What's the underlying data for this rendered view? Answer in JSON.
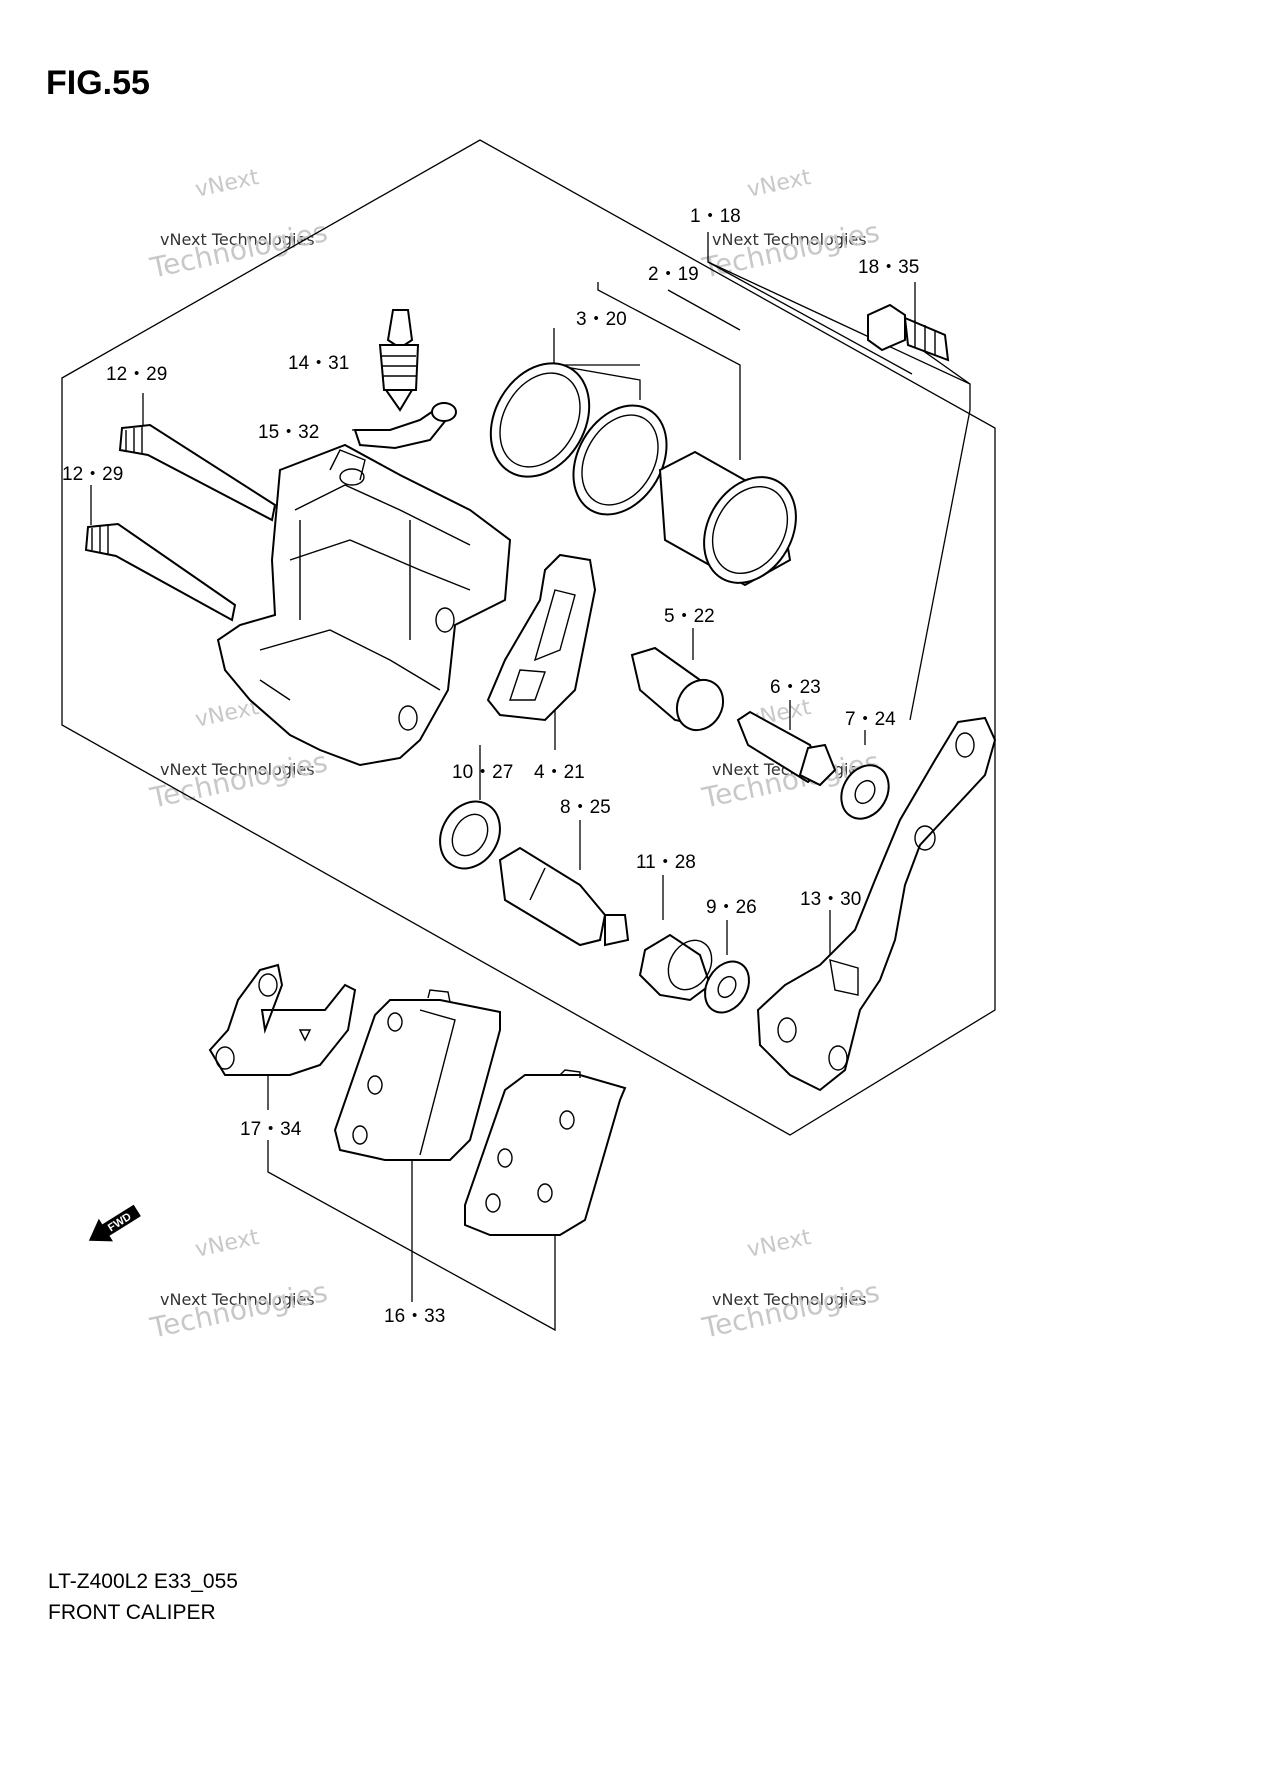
{
  "figure_title": "FIG.55",
  "footer": {
    "model_code": "LT-Z400L2 E33_055",
    "caption": "FRONT CALIPER"
  },
  "fwd_label": "FWD",
  "watermark": {
    "line1": "vNext",
    "line2": "vNext Technologies",
    "line3": "Technologies"
  },
  "callouts": [
    {
      "id": "c1",
      "label": "1・18"
    },
    {
      "id": "c2",
      "label": "2・19"
    },
    {
      "id": "c3",
      "label": "3・20"
    },
    {
      "id": "c4",
      "label": "4・21"
    },
    {
      "id": "c5",
      "label": "5・22"
    },
    {
      "id": "c6",
      "label": "6・23"
    },
    {
      "id": "c7",
      "label": "7・24"
    },
    {
      "id": "c8",
      "label": "8・25"
    },
    {
      "id": "c9",
      "label": "9・26"
    },
    {
      "id": "c10",
      "label": "10・27"
    },
    {
      "id": "c11",
      "label": "11・28"
    },
    {
      "id": "c12a",
      "label": "12・29"
    },
    {
      "id": "c12b",
      "label": "12・29"
    },
    {
      "id": "c13",
      "label": "13・30"
    },
    {
      "id": "c14",
      "label": "14・31"
    },
    {
      "id": "c15",
      "label": "15・32"
    },
    {
      "id": "c16",
      "label": "16・33"
    },
    {
      "id": "c17",
      "label": "17・34"
    },
    {
      "id": "c18",
      "label": "18・35"
    }
  ]
}
